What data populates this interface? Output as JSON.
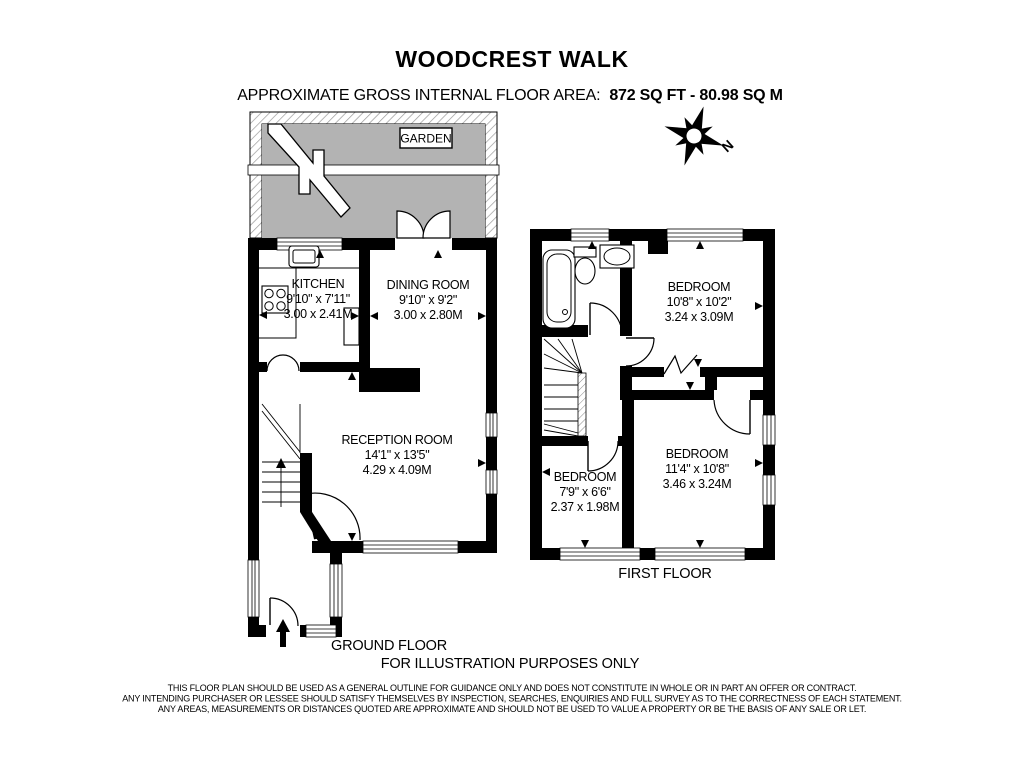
{
  "header": {
    "title": "WOODCREST WALK",
    "subtitle_prefix": "APPROXIMATE GROSS INTERNAL FLOOR AREA:",
    "subtitle_value": "872 SQ FT - 80.98 SQ M"
  },
  "garden": {
    "label": "GARDEN"
  },
  "compass": {
    "north_label": "N"
  },
  "ground_floor": {
    "label": "GROUND FLOOR",
    "rooms": [
      {
        "name": "KITCHEN",
        "imperial": "9'10\" x 7'11\"",
        "metric": "3.00 x 2.41M"
      },
      {
        "name": "DINING ROOM",
        "imperial": "9'10\" x 9'2\"",
        "metric": "3.00 x 2.80M"
      },
      {
        "name": "RECEPTION ROOM",
        "imperial": "14'1\" x 13'5\"",
        "metric": "4.29 x 4.09M"
      }
    ]
  },
  "first_floor": {
    "label": "FIRST FLOOR",
    "rooms": [
      {
        "name": "BEDROOM",
        "imperial": "10'8\" x 10'2\"",
        "metric": "3.24 x 3.09M"
      },
      {
        "name": "BEDROOM",
        "imperial": "7'9\" x 6'6\"",
        "metric": "2.37 x 1.98M"
      },
      {
        "name": "BEDROOM",
        "imperial": "11'4\" x 10'8\"",
        "metric": "3.46 x 3.24M"
      }
    ]
  },
  "footer": {
    "note": "FOR ILLUSTRATION PURPOSES ONLY",
    "disclaimer": [
      "THIS FLOOR PLAN SHOULD BE USED AS A GENERAL OUTLINE FOR GUIDANCE ONLY AND DOES NOT CONSTITUTE IN WHOLE OR IN PART AN OFFER OR CONTRACT.",
      "ANY INTENDING PURCHASER OR LESSEE SHOULD SATISFY THEMSELVES BY INSPECTION, SEARCHES, ENQUIRIES AND FULL SURVEY AS TO THE CORRECTNESS OF EACH STATEMENT.",
      "ANY AREAS, MEASUREMENTS OR DISTANCES QUOTED ARE APPROXIMATE AND SHOULD NOT BE USED TO VALUE A PROPERTY OR BE THE BASIS OF ANY SALE OR LET."
    ]
  },
  "colors": {
    "walls": "#000000",
    "garden_fill": "#b3b3b3",
    "background": "#ffffff"
  }
}
